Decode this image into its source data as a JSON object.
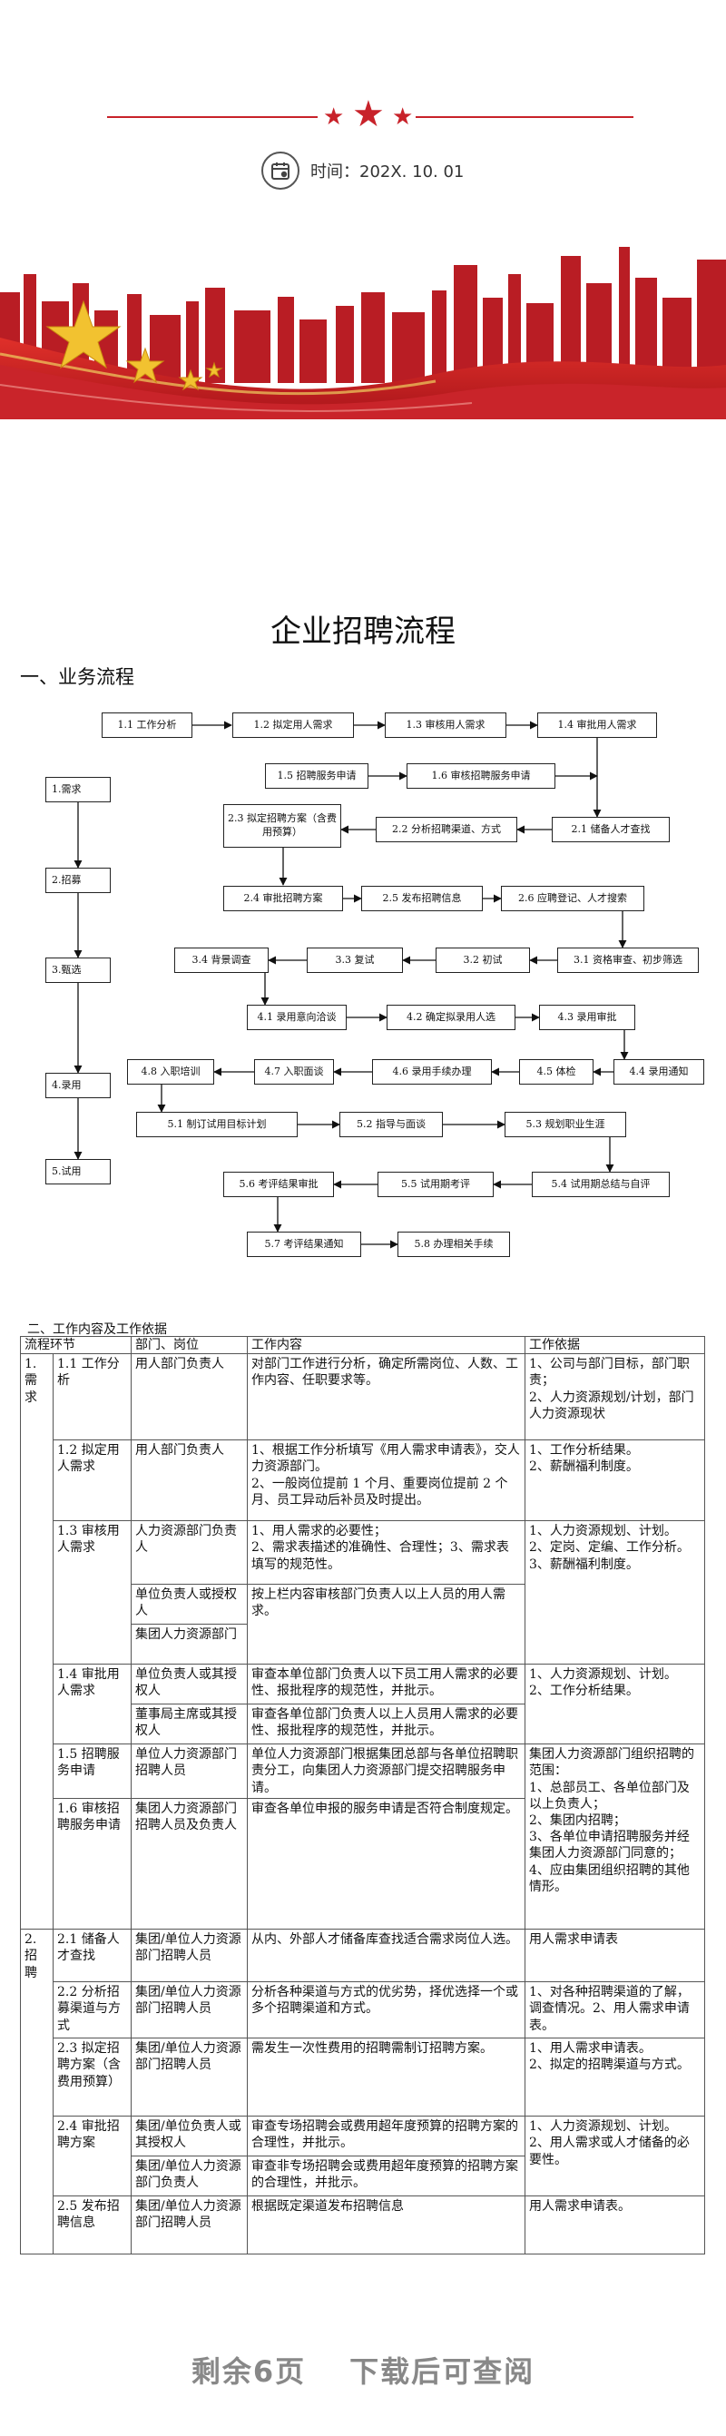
{
  "header": {
    "date_text": "时间：202X. 10. 01"
  },
  "colors": {
    "brand_red": "#c8222a",
    "star_gold": "#f2c230"
  },
  "icons": {
    "calendar": "calendar-icon",
    "stars": "star-icon"
  },
  "document": {
    "title": "企业招聘流程",
    "section1_heading": "一、业务流程",
    "section2_heading": "二、工作内容及工作依据"
  },
  "flow": {
    "stages": [
      "1.需求",
      "2.招募",
      "3.甄选",
      "4.录用",
      "5.试用"
    ],
    "steps": {
      "s1_1": "1.1 工作分析",
      "s1_2": "1.2  拟定用人需求",
      "s1_3": "1.3 审核用人需求",
      "s1_4": "1.4 审批用人需求",
      "s1_5": "1.5 招聘服务申请",
      "s1_6": "1.6 审核招聘服务申请",
      "s2_1": "2.1 储备人才查找",
      "s2_2": "2.2 分析招聘渠道、方式",
      "s2_3": "2.3  拟定招聘方案（含费用预算）",
      "s2_4": "2.4 审批招聘方案",
      "s2_5": "2.5 发布招聘信息",
      "s2_6": "2.6 应聘登记、人才搜索",
      "s3_1": "3.1 资格审查、初步筛选",
      "s3_2": "3.2 初试",
      "s3_3": "3.3 复试",
      "s3_4": "3.4 背景调查",
      "s4_1": "4.1 录用意向洽谈",
      "s4_2": "4.2 确定拟录用人选",
      "s4_3": "4.3 录用审批",
      "s4_4": "4.4 录用通知",
      "s4_5": "4.5 体检",
      "s4_6": "4.6 录用手续办理",
      "s4_7": "4.7 入职面谈",
      "s4_8": "4.8 入职培训",
      "s5_1": "5.1 制订试用目标计划",
      "s5_2": "5.2 指导与面谈",
      "s5_3": "5.3 规划职业生涯",
      "s5_4": "5.4 试用期总结与自评",
      "s5_5": "5.5 试用期考评",
      "s5_6": "5.6 考评结果审批",
      "s5_7": "5.7 考评结果通知",
      "s5_8": "5.8 办理相关手续"
    }
  },
  "table": {
    "headers": [
      "流程环节",
      "部门、岗位",
      "工作内容",
      "工作依据"
    ],
    "stage1": "1.需求",
    "stage2": "2.招聘",
    "r1": {
      "step": "1.1 工作分析",
      "dept": "用人部门负责人",
      "content": "对部门工作进行分析，确定所需岗位、人数、工作内容、任职要求等。",
      "basis": "1、公司与部门目标，部门职责；\n2、人力资源规划/计划，部门人力资源现状"
    },
    "r2": {
      "step": "1.2 拟定用人需求",
      "dept": "用人部门负责人",
      "content": "1、根据工作分析填写《用人需求申请表》，交人力资源部门。\n2、一般岗位提前 1 个月、重要岗位提前 2 个月、员工异动后补员及时提出。",
      "basis": "1、工作分析结果。\n2、薪酬福利制度。"
    },
    "r3": {
      "step": "1.3 审核用人需求",
      "dept_a": "人力资源部门负责人",
      "content_a": "1、用人需求的必要性；\n2、需求表描述的准确性、合理性；3、需求表填写的规范性。",
      "dept_b": "单位负责人或授权人",
      "dept_c": "集团人力资源部门",
      "content_bc": "按上栏内容审核部门负责人以上人员的用人需求。",
      "basis": "1、人力资源规划、计划。\n2、定岗、定编、工作分析。\n3、薪酬福利制度。"
    },
    "r4": {
      "step": "1.4 审批用人需求",
      "dept_a": "单位负责人或其授权人",
      "content_a": "审查本单位部门负责人以下员工用人需求的必要性、报批程序的规范性，并批示。",
      "dept_b": "董事局主席或其授权人",
      "content_b": "审查各单位部门负责人以上人员用人需求的必要性、报批程序的规范性，并批示。",
      "basis": "1、人力资源规划、计划。\n2、工作分析结果。"
    },
    "r5": {
      "step": "1.5 招聘服务申请",
      "dept": "单位人力资源部门招聘人员",
      "content": "单位人力资源部门根据集团总部与各单位招聘职责分工，向集团人力资源部门提交招聘服务申请。",
      "basis": "集团人力资源部门组织招聘的范围：\n1、总部员工、各单位部门及以上负责人；\n2、集团内招聘；\n3、各单位申请招聘服务并经集团人力资源部门同意的；\n4、应由集团组织招聘的其他情形。"
    },
    "r6": {
      "step": "1.6 审核招聘服务申请",
      "dept": "集团人力资源部门招聘人员及负责人",
      "content": "审查各单位申报的服务申请是否符合制度规定。"
    },
    "r7": {
      "step": "2.1 储备人才查找",
      "dept": "集团/单位人力资源部门招聘人员",
      "content": "从内、外部人才储备库查找适合需求岗位人选。",
      "basis": "用人需求申请表"
    },
    "r8": {
      "step": "2.2 分析招募渠道与方式",
      "dept": "集团/单位人力资源部门招聘人员",
      "content": "分析各种渠道与方式的优劣势，择优选择一个或多个招聘渠道和方式。",
      "basis": "1、对各种招聘渠道的了解，调查情况。2、用人需求申请表。"
    },
    "r9": {
      "step": "2.3 拟定招聘方案（含费用预算）",
      "dept": "集团/单位人力资源部门招聘人员",
      "content": "需发生一次性费用的招聘需制订招聘方案。",
      "basis": "1、用人需求申请表。\n2、拟定的招聘渠道与方式。"
    },
    "r10": {
      "step": "2.4 审批招聘方案",
      "dept_a": "集团/单位负责人或其授权人",
      "content_a": "审查专场招聘会或费用超年度预算的招聘方案的合理性，并批示。",
      "dept_b": "集团/单位人力资源部门负责人",
      "content_b": "审查非专场招聘会或费用超年度预算的招聘方案的合理性，并批示。",
      "basis": "1、人力资源规划、计划。\n2、用人需求或人才储备的必要性。"
    },
    "r11": {
      "step": "2.5 发布招聘信息",
      "dept": "集团/单位人力资源部门招聘人员",
      "content": "根据既定渠道发布招聘信息",
      "basis": "用人需求申请表。"
    }
  },
  "footer": {
    "remaining": "剩余6页",
    "download": "下载后可查阅"
  }
}
